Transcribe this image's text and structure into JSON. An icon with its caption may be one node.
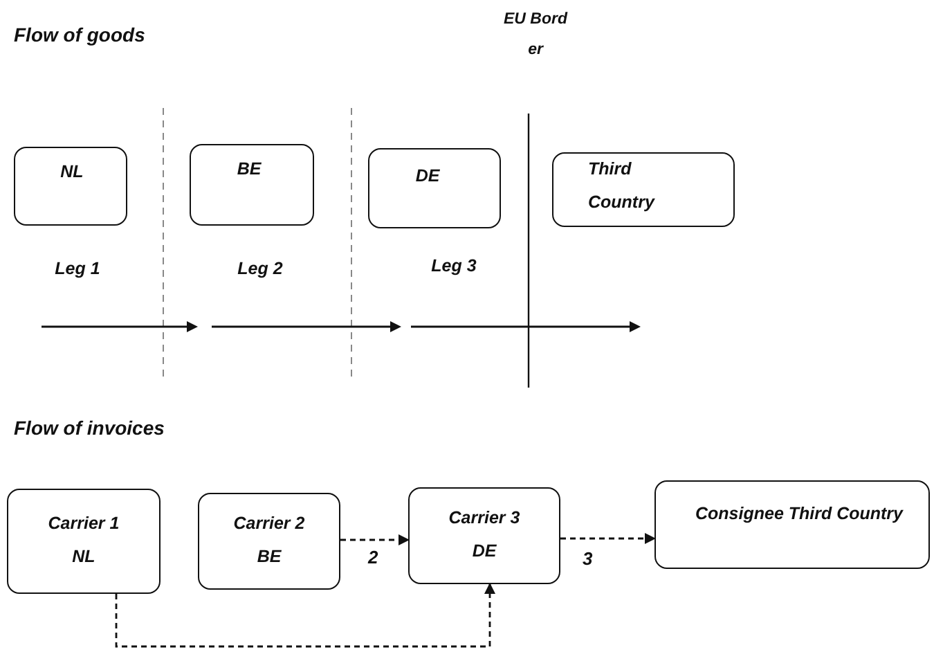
{
  "diagram": {
    "nodes": [
      {
        "text": [
          "NL"
        ]
      },
      {
        "text": [
          "BE"
        ]
      },
      {
        "text": [
          "DE"
        ]
      },
      {
        "text": [
          "Third Country"
        ]
      },
      {
        "text": [
          "Carrier 1 NL"
        ]
      },
      {
        "text": [
          "Carrier 2 BE"
        ]
      },
      {
        "text": [
          "Carrier 3 DE"
        ]
      },
      {
        "text": [
          "Consignee Third Country"
        ]
      }
    ],
    "edges": [
      {
        "from": 5,
        "to": 6,
        "arrow": "to",
        "label": "2",
        "style": "dashed"
      },
      {
        "from": 6,
        "to": 7,
        "arrow": "to",
        "label": "3",
        "style": "dashed"
      },
      {
        "from": 4,
        "to": 6,
        "arrow": "to",
        "style": "dashed"
      }
    ],
    "labels": [
      "Flow of goods",
      "EU Border",
      "Leg 1",
      "Leg 2",
      "Leg 3",
      "Flow of invoices"
    ]
  }
}
